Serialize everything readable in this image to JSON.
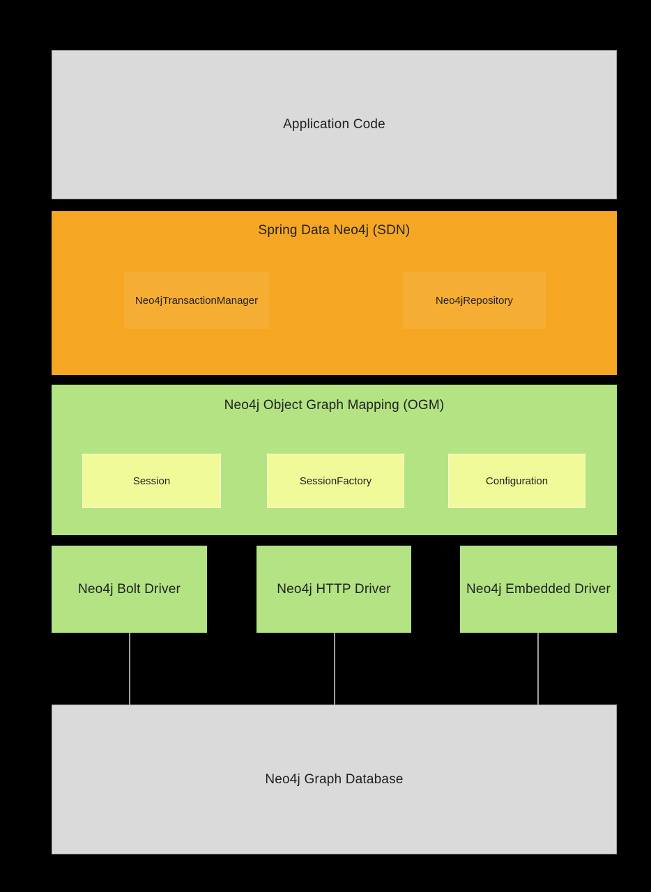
{
  "colors": {
    "background": "#000000",
    "gray_box_fill": "#dadada",
    "gray_box_border": "#a9a9a9",
    "sdn_orange": "#f5a623",
    "ogm_green": "#b3e383",
    "inner_yellow": "#f1fa98",
    "connector_gray": "#9e9e9e",
    "text": "#212121"
  },
  "layers": {
    "application": {
      "label": "Application Code"
    },
    "sdn": {
      "title": "Spring Data Neo4j (SDN)",
      "components": [
        {
          "label": "Neo4jTransactionManager"
        },
        {
          "label": "Neo4jRepository"
        }
      ]
    },
    "ogm": {
      "title": "Neo4j Object Graph Mapping (OGM)",
      "components": [
        {
          "label": "Session"
        },
        {
          "label": "SessionFactory"
        },
        {
          "label": "Configuration"
        }
      ]
    },
    "drivers": [
      {
        "label": "Neo4j Bolt Driver"
      },
      {
        "label": "Neo4j HTTP Driver"
      },
      {
        "label": "Neo4j Embedded Driver"
      }
    ],
    "database": {
      "label": "Neo4j Graph Database"
    }
  }
}
